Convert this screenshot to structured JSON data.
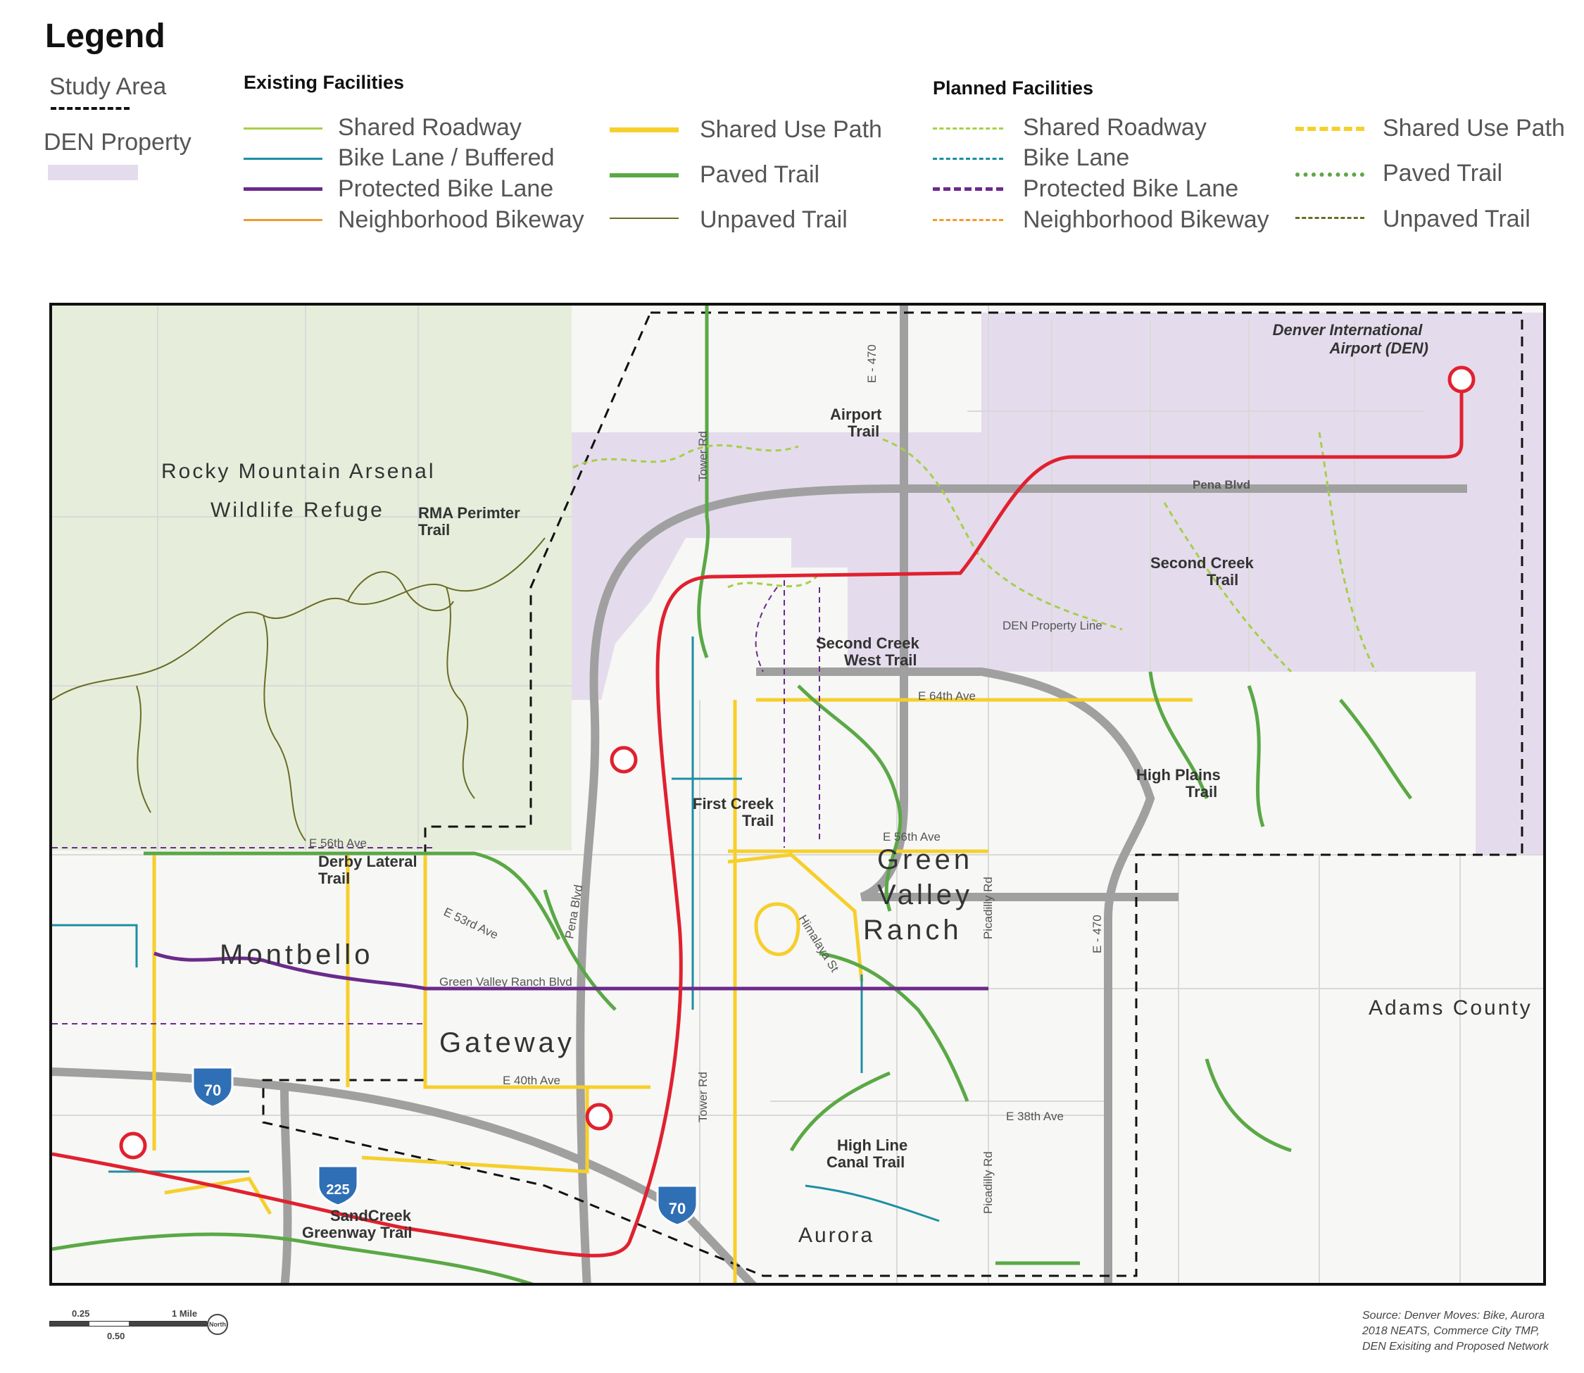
{
  "legend": {
    "title": "Legend",
    "study_area": "Study Area",
    "den_property": "DEN Property",
    "existing_heading": "Existing Facilities",
    "planned_heading": "Planned Facilities",
    "existing_col1": [
      "Shared Roadway",
      "Bike Lane / Buffered",
      "Protected Bike Lane",
      "Neighborhood Bikeway"
    ],
    "existing_col2": [
      "Shared Use Path",
      "Paved Trail",
      "Unpaved Trail"
    ],
    "planned_col1": [
      "Shared Roadway",
      "Bike Lane",
      "Protected Bike Lane",
      "Neighborhood Bikeway"
    ],
    "planned_col2": [
      "Shared Use Path",
      "Paved Trail",
      "Unpaved Trail"
    ]
  },
  "colors": {
    "shared_roadway": "#a6cf48",
    "bike_lane": "#1c8fa3",
    "protected_bike_lane": "#6c2a8c",
    "neighborhood_bikeway": "#f29a2e",
    "shared_use_path": "#f6cf2c",
    "paved_trail": "#5aa846",
    "unpaved_trail": "#6b6b24",
    "den_property": "#e4dcec",
    "refuge": "#e6eedb",
    "rail": "#e0212f",
    "highway": "#9a9a9a",
    "interstate_shield": "#2f6fb5"
  },
  "map": {
    "places": {
      "rma": [
        "Rocky Mountain Arsenal",
        "Wildlife Refuge"
      ],
      "montbello": "Montbello",
      "gateway": "Gateway",
      "gvr": [
        "Green",
        "Valley",
        "Ranch"
      ],
      "adams": "Adams County",
      "aurora": "Aurora"
    },
    "trails": {
      "den": [
        "Denver International",
        "Airport (DEN)"
      ],
      "airport": [
        "Airport",
        "Trail"
      ],
      "rma": [
        "RMA Perimter",
        "Trail"
      ],
      "second_creek": [
        "Second Creek",
        "Trail"
      ],
      "second_creek_west": [
        "Second Creek",
        "West Trail"
      ],
      "high_plains": [
        "High Plains",
        "Trail"
      ],
      "first_creek": [
        "First Creek",
        "Trail"
      ],
      "derby": [
        "Derby Lateral",
        "Trail"
      ],
      "high_line": [
        "High Line",
        "Canal Trail"
      ],
      "sandcreek": [
        "SandCreek",
        "Greenway Trail"
      ]
    },
    "streets": {
      "e470_a": "E - 470",
      "e470_b": "E - 470",
      "pena_a": "Pena Blvd",
      "pena_b": "Pena Blvd",
      "tower_a": "Tower Rd",
      "tower_b": "Tower Rd",
      "picadilly_a": "Picadilly Rd",
      "picadilly_b": "Picadilly Rd",
      "himalaya": "Himalaya St",
      "e64": "E 64th Ave",
      "e56_a": "E 56th Ave",
      "e56_b": "E 56th Ave",
      "e53": "E 53rd Ave",
      "gvr_blvd": "Green Valley Ranch Blvd",
      "e40": "E 40th Ave",
      "e38": "E 38th Ave",
      "den_line": "DEN Property Line"
    },
    "shields": {
      "i70_a": "70",
      "i70_b": "70",
      "i225": "225"
    }
  },
  "scale": {
    "label_025": "0.25",
    "label_050": "0.50",
    "label_1": "1 Mile",
    "north": "North"
  },
  "source_lines": [
    "Source: Denver Moves: Bike, Aurora",
    "2018 NEATS, Commerce City TMP,",
    "DEN Exisiting and Proposed Network"
  ]
}
